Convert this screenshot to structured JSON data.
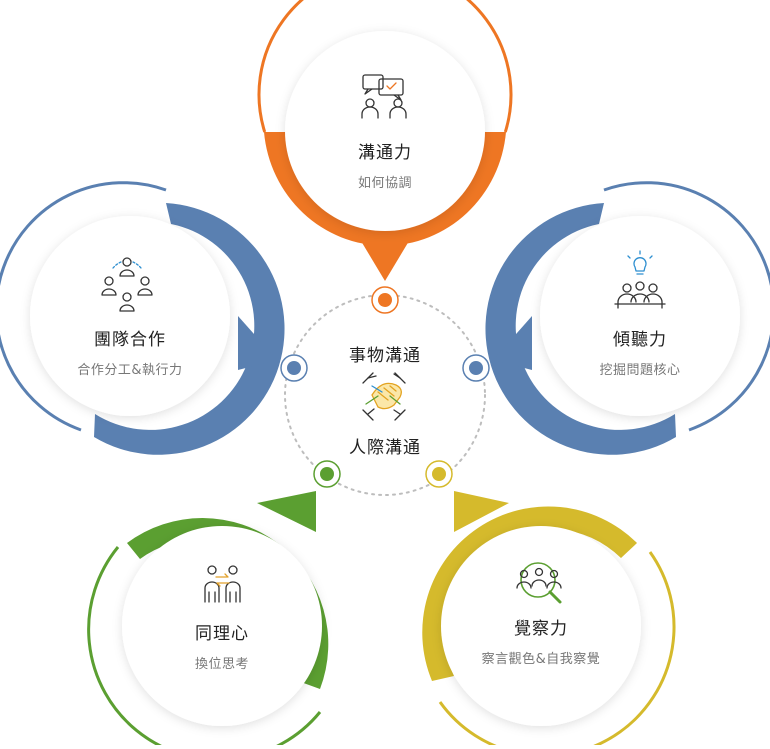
{
  "center": {
    "line1": "事物溝通",
    "line2": "人際溝通",
    "icon": "handshake-hands-icon"
  },
  "nodes": [
    {
      "key": "communication",
      "title": "溝通力",
      "subtitle": "如何協調",
      "color": "#ee7623",
      "icon": "chat-people-icon"
    },
    {
      "key": "listening",
      "title": "傾聽力",
      "subtitle": "挖掘問題核心",
      "color": "#5a80b1",
      "icon": "meeting-lightbulb-icon"
    },
    {
      "key": "awareness",
      "title": "覺察力",
      "subtitle": "察言觀色&自我察覺",
      "color": "#d5ba2c",
      "icon": "magnifier-people-icon"
    },
    {
      "key": "empathy",
      "title": "同理心",
      "subtitle": "換位思考",
      "color": "#5b9f31",
      "icon": "swap-people-icon"
    },
    {
      "key": "teamwork",
      "title": "團隊合作",
      "subtitle": "合作分工&執行力",
      "color": "#5a80b1",
      "icon": "team-circle-icon"
    }
  ]
}
